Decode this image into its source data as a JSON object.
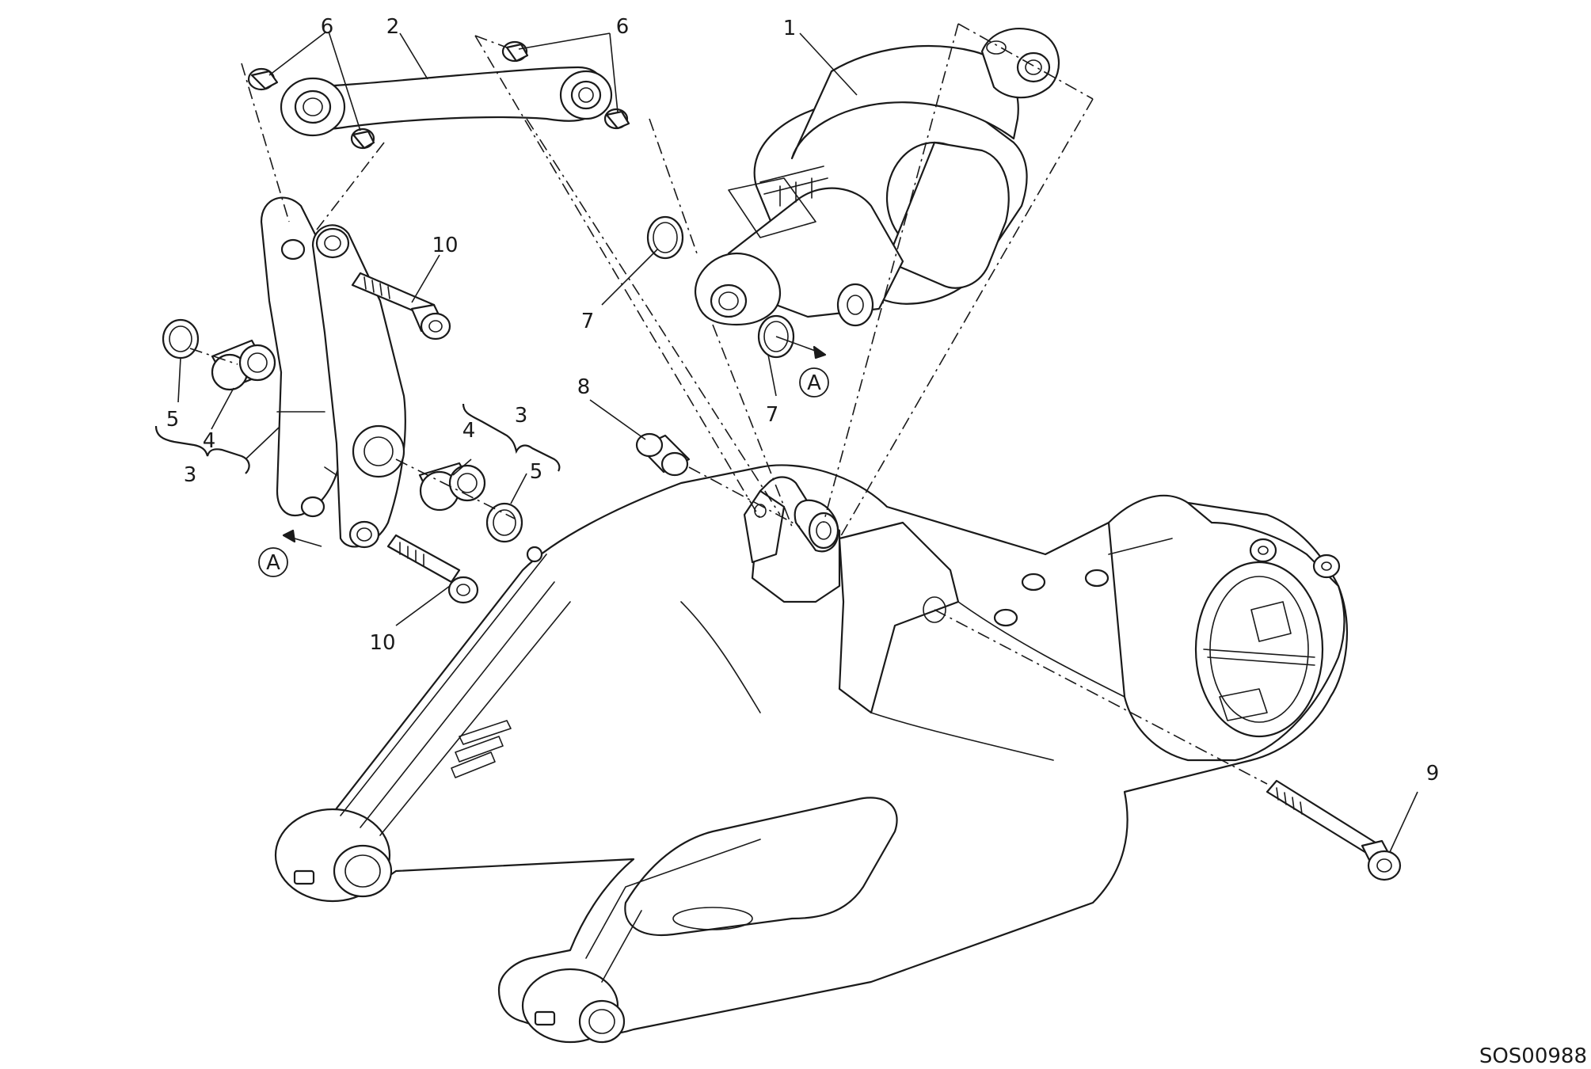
{
  "diagram": {
    "reference_code": "SOS00988",
    "view_marker": "A",
    "callouts": [
      "1",
      "2",
      "3",
      "4",
      "5",
      "6",
      "7",
      "8",
      "9",
      "10"
    ]
  }
}
